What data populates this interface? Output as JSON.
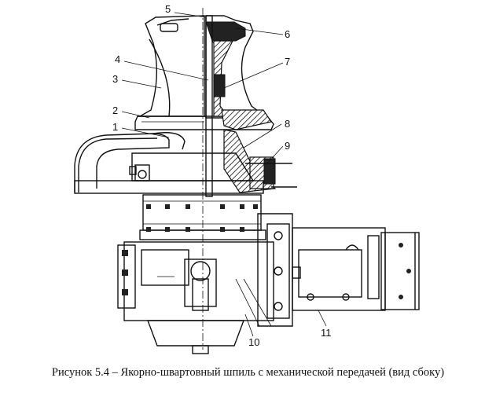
{
  "figure": {
    "labels": [
      "5",
      "6",
      "4",
      "7",
      "3",
      "2",
      "1",
      "8",
      "9",
      "10",
      "11"
    ]
  },
  "caption": "Рисунок 5.4 – Якорно-швартовный шпиль с механической передачей (вид сбоку)"
}
